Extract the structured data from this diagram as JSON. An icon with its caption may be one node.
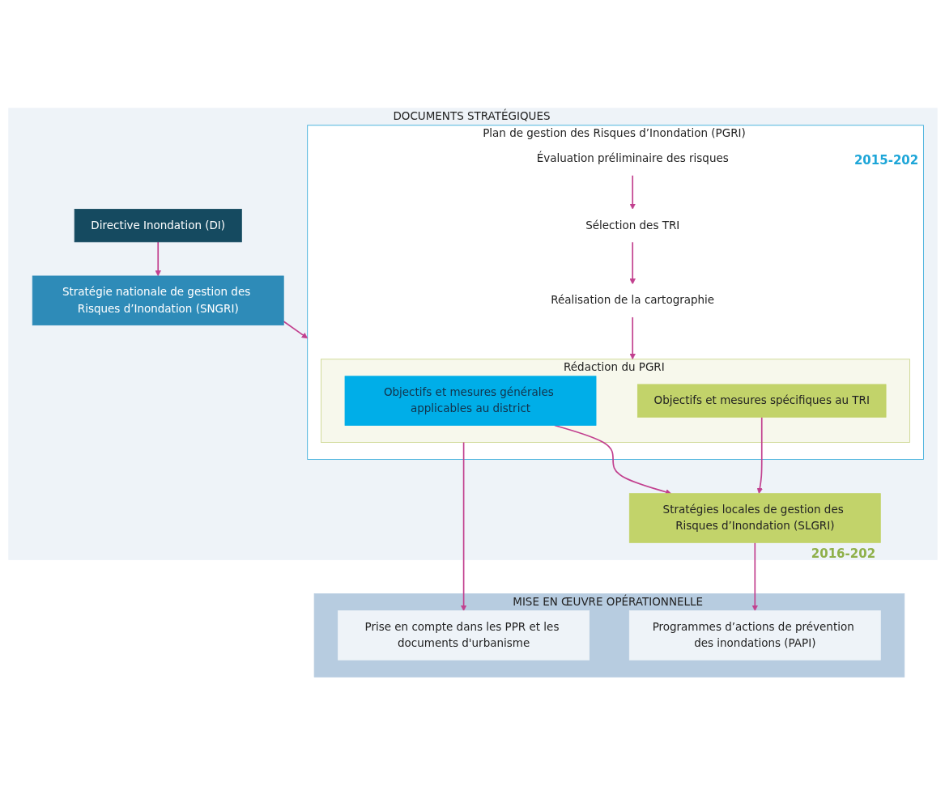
{
  "diagram": {
    "nodes": [
      {
        "text": [
          "MISE EN ŒUVRE OPÉRATIONNELLE"
        ]
      },
      {
        "text": [
          "Prise en compte dans les PPR et les documents d'urbanisme"
        ],
        "in": 0
      },
      {
        "text": [
          "Programmes d’actions de prévention des inondations (PAPI)"
        ],
        "in": 0
      },
      {
        "text": [
          "DOCUMENTS STRATÉGIQUES"
        ]
      },
      {
        "text": [
          "Directive Inondation (DI)"
        ],
        "in": 3
      },
      {
        "text": [
          "Stratégie nationale de gestion des Risques d’Inondation (SNGRI)"
        ],
        "in": 3
      },
      {
        "text": [
          "Plan de gestion des Risques d’Inondation (PGRI)"
        ],
        "beside": [
          "2015-202"
        ],
        "in": 3
      },
      {
        "text": [
          "Évaluation préliminaire des risques"
        ],
        "in": 6
      },
      {
        "text": [
          "Sélection des TRI"
        ],
        "in": 6
      },
      {
        "text": [
          "Réalisation de la cartographie"
        ],
        "in": 6
      },
      {
        "text": [
          "Rédaction du PGRI"
        ],
        "in": 6
      },
      {
        "text": [
          "Objectifs et mesures générales applicables au district"
        ],
        "in": 10
      },
      {
        "text": [
          "Objectifs et mesures spécifiques au TRI"
        ],
        "in": 10
      },
      {
        "text": [
          "Stratégies locales de gestion des Risques d’Inondation (SLGRI)"
        ],
        "beside": [
          "2016-202"
        ],
        "in": 3
      }
    ],
    "edges": [
      {
        "from": 4,
        "to": 5,
        "arrow": "to"
      },
      {
        "from": 5,
        "to": 6,
        "arrow": "to"
      },
      {
        "from": 7,
        "to": 8,
        "arrow": "to"
      },
      {
        "from": 8,
        "to": 9,
        "arrow": "to"
      },
      {
        "from": 9,
        "to": 10,
        "arrow": "to"
      },
      {
        "from": 10,
        "to": 1,
        "arrow": "to"
      },
      {
        "from": 11,
        "to": 13,
        "arrow": "to"
      },
      {
        "from": 12,
        "to": 13,
        "arrow": "to"
      },
      {
        "from": 13,
        "to": 2,
        "arrow": "to"
      }
    ]
  }
}
